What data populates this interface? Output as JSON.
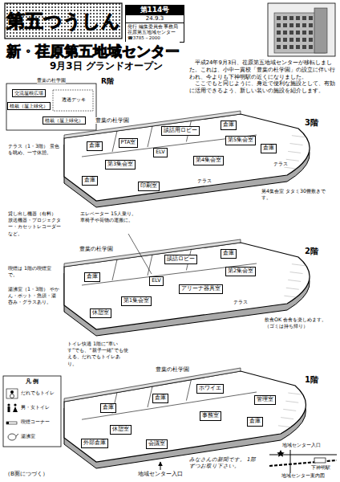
{
  "diagram": {
    "title": "第五つうしん",
    "nodes": [
      {
        "text": [
          "第114号",
          "24.9.3",
          "発行 編集委員会 事務局 荏原第五地域センター ☎3785－2000"
        ]
      },
      {
        "text": [
          "交流屋根広場"
        ]
      },
      {
        "text": [
          "植栽（屋上緑化）"
        ]
      },
      {
        "text": [
          "植栽（屋上緑化）"
        ]
      },
      {
        "text": [
          "談話用ロビー"
        ]
      },
      {
        "text": [
          "倉庫"
        ]
      },
      {
        "text": [
          "倉庫"
        ]
      },
      {
        "text": [
          "PTA室"
        ]
      },
      {
        "text": [
          "第5集会室"
        ]
      },
      {
        "text": [
          "ELV"
        ]
      },
      {
        "text": [
          "第4集会室"
        ]
      },
      {
        "text": [
          "第3集会室"
        ]
      },
      {
        "text": [
          "倉庫"
        ]
      },
      {
        "text": [
          "印刷室"
        ]
      },
      {
        "text": [
          "倉庫"
        ]
      },
      {
        "text": [
          "談話ロビー"
        ]
      },
      {
        "text": [
          "倉庫"
        ]
      },
      {
        "text": [
          "第2集会室"
        ]
      },
      {
        "text": [
          "アリーナ器具室"
        ]
      },
      {
        "text": [
          "ELV"
        ]
      },
      {
        "text": [
          "第1集会室"
        ]
      },
      {
        "text": [
          "倉庫"
        ]
      },
      {
        "text": [
          "休憩室"
        ]
      },
      {
        "text": [
          "ホワイエ"
        ]
      },
      {
        "text": [
          "管理室"
        ]
      },
      {
        "text": [
          "倉庫"
        ]
      },
      {
        "text": [
          "倉庫"
        ]
      },
      {
        "text": [
          "休憩室"
        ]
      },
      {
        "text": [
          "事務室"
        ]
      },
      {
        "text": [
          "外部倉庫"
        ]
      },
      {
        "text": [
          "会議室"
        ]
      },
      {
        "text": [
          "倉庫"
        ]
      }
    ],
    "labels": [
      "新・荏原第五地域センター",
      "9月3日 グランドオープン",
      "平成24年9月3日、荏原第五地域センターが移転しました。これは、小中一貫校「豊葉の杜学園」の設立に伴い行われ、今よりも下神明駅の近くになりました。",
      "ここでもと同じように、身近で便利な施設として、有効に活用できるよう、新しい装いの施設を紹介します。",
      "R階",
      "豊葉の杜学園",
      "透過デッキ",
      "豊葉の杜学園",
      "3階",
      "テラス",
      "テラス",
      "テラス（1・3階） 景色を眺め、一寸休憩。",
      "第4集会室 タタミ30畳敷きです。",
      "貸し出し機器（有料） 放送機器・プロジェクター・カセットレコーダーなど。",
      "エレベーター 15人乗り。車椅子や荷物の運搬に。",
      "豊葉の杜学園",
      "2階",
      "テラス",
      "喫煙は 1階の喫煙室で。",
      "湯沸室（1・3階） やかん・ポット・急須・湯呑み・グラスあり。",
      "飲食OK 会食を楽しめます。（ゴミは持ち帰り）",
      "トイレ快適 1階に“車いす”でも、“親子一緒”でも使える、だれでもトイレあり。",
      "豊葉の杜学園",
      "1階",
      "地域センター入口",
      "凡 例",
      "（B面につづく）",
      "みなさんの新聞です。 1部ずつお取り下さい。",
      "地域センター入口",
      "下神明駅",
      "地域センター案内図"
    ],
    "legend": [
      {
        "text": "だれでもトイレ"
      },
      {
        "text": "男・女トイレ"
      },
      {
        "text": "喫煙コーナー"
      },
      {
        "text": "湯沸室"
      }
    ]
  }
}
